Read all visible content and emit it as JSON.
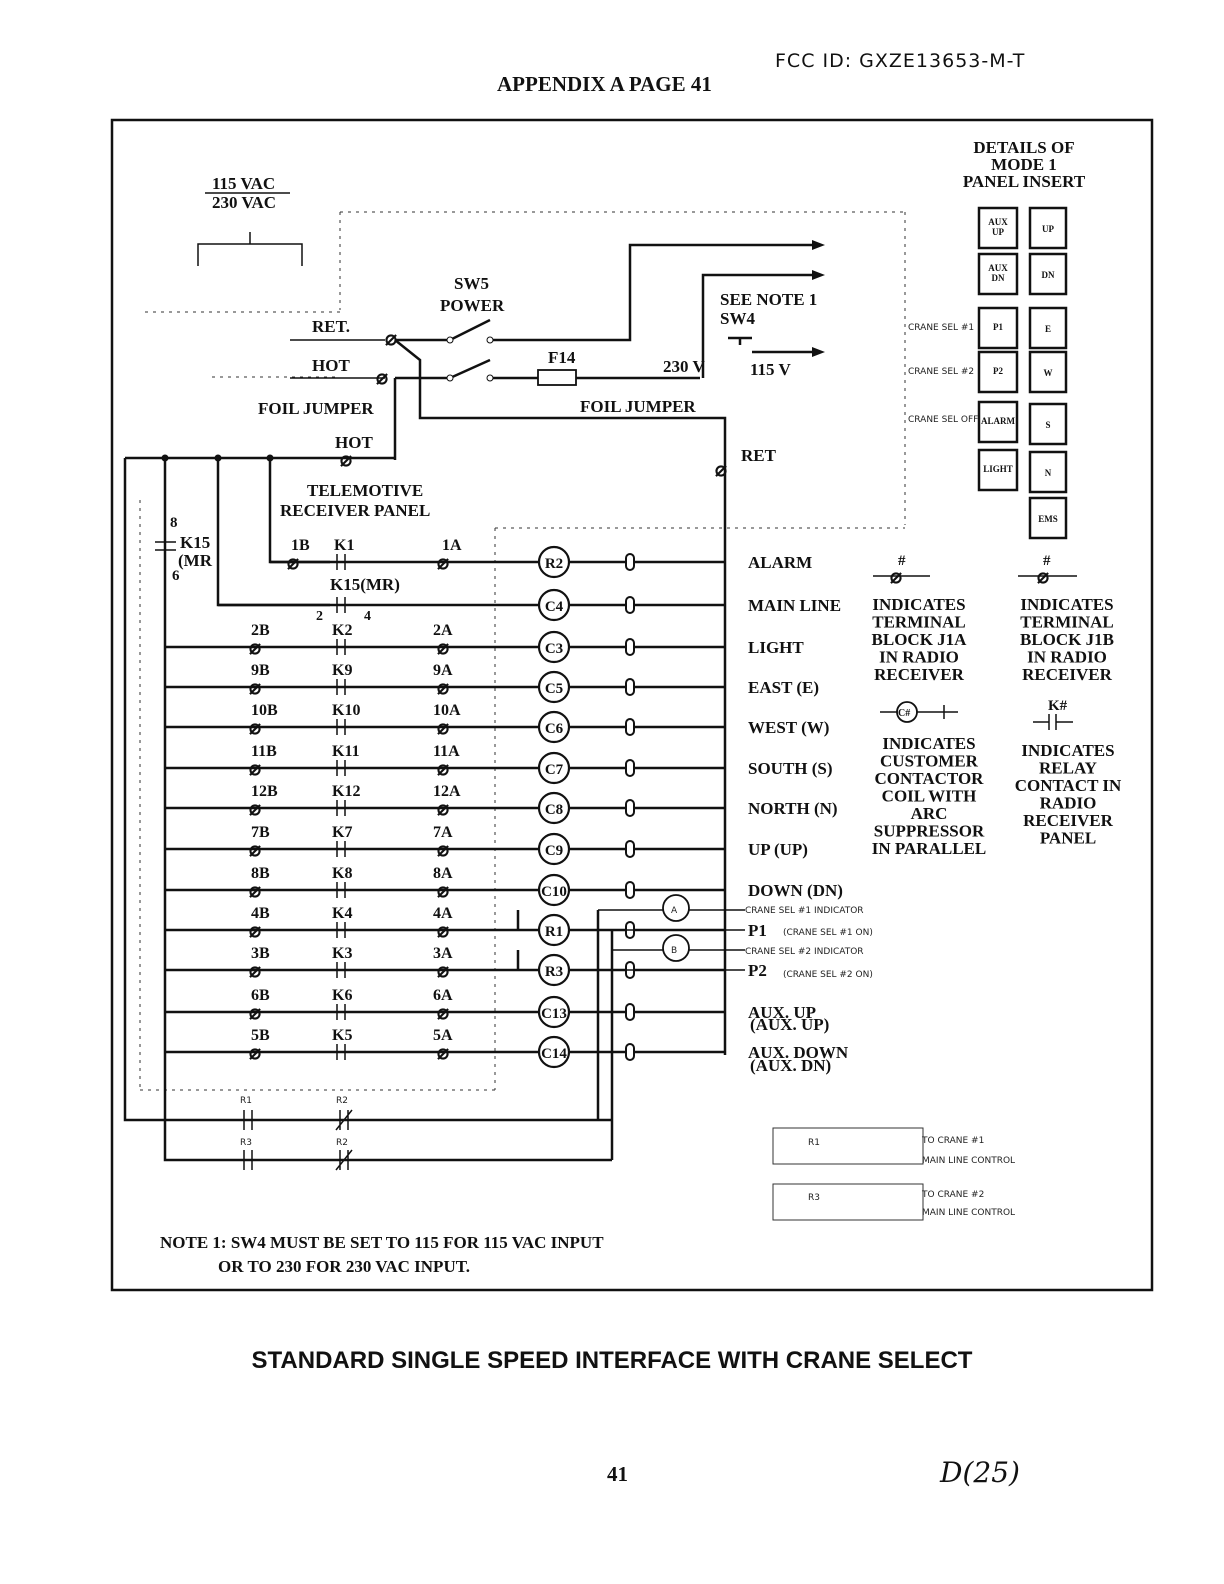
{
  "header": {
    "fcc_id": "FCC ID: GXZE13653-M-T",
    "appendix": "APPENDIX A PAGE 41"
  },
  "caption": "STANDARD SINGLE SPEED INTERFACE WITH CRANE SELECT",
  "page_number": "41",
  "handwriting": "D(25)",
  "diagram": {
    "supply_top": "115 VAC",
    "supply_bottom": "230 VAC",
    "ret_label": "RET.",
    "hot_label": "HOT",
    "switch_name": "SW5",
    "switch_desc": "POWER",
    "note_ref": "SEE NOTE 1",
    "sw4": "SW4",
    "fuse": "F14",
    "v230": "230 V",
    "v115": "115 V",
    "foil_jumper": "FOIL JUMPER",
    "foil_jumper2": "FOIL JUMPER",
    "ret": "RET",
    "hot2": "HOT",
    "panel_line1": "TELEMOTIVE",
    "panel_line2": "RECEIVER PANEL",
    "k15_label": "K15",
    "k15_mr": "(MR",
    "k15_8": "8",
    "k15_6": "6",
    "k15mr_mid": "K15(MR)",
    "k15_2": "2",
    "k15_4": "4",
    "rows": [
      {
        "b": "1B",
        "k": "K1",
        "a": "1A",
        "coil": "R2",
        "func": "ALARM"
      },
      {
        "b": "",
        "k": "",
        "a": "",
        "coil": "C4",
        "func": "MAIN LINE"
      },
      {
        "b": "2B",
        "k": "K2",
        "a": "2A",
        "coil": "C3",
        "func": "LIGHT"
      },
      {
        "b": "9B",
        "k": "K9",
        "a": "9A",
        "coil": "C5",
        "func": "EAST (E)"
      },
      {
        "b": "10B",
        "k": "K10",
        "a": "10A",
        "coil": "C6",
        "func": "WEST (W)"
      },
      {
        "b": "11B",
        "k": "K11",
        "a": "11A",
        "coil": "C7",
        "func": "SOUTH (S)"
      },
      {
        "b": "12B",
        "k": "K12",
        "a": "12A",
        "coil": "C8",
        "func": "NORTH (N)"
      },
      {
        "b": "7B",
        "k": "K7",
        "a": "7A",
        "coil": "C9",
        "func": "UP (UP)"
      },
      {
        "b": "8B",
        "k": "K8",
        "a": "8A",
        "coil": "C10",
        "func": "DOWN (DN)"
      },
      {
        "b": "4B",
        "k": "K4",
        "a": "4A",
        "coil": "R1",
        "func": "P1"
      },
      {
        "b": "3B",
        "k": "K3",
        "a": "3A",
        "coil": "R3",
        "func": "P2"
      },
      {
        "b": "6B",
        "k": "K6",
        "a": "6A",
        "coil": "C13",
        "func": "AUX. UP"
      },
      {
        "b": "5B",
        "k": "K5",
        "a": "5A",
        "coil": "C14",
        "func": "AUX. DOWN"
      }
    ],
    "func_sub_auxup": "(AUX. UP)",
    "func_sub_auxdn": "(AUX. DN)",
    "crane_sel_1_ind": "CRANE SEL #1 INDICATOR",
    "crane_sel_2_ind": "CRANE SEL #2 INDICATOR",
    "p1_sub": "(CRANE SEL #1 ON)",
    "p2_sub": "(CRANE SEL #2 ON)",
    "lamp_a": "A",
    "lamp_b": "B",
    "legend": {
      "hash": "#",
      "j1a": [
        "INDICATES",
        "TERMINAL",
        "BLOCK J1A",
        "IN RADIO",
        "RECEIVER"
      ],
      "j1b": [
        "INDICATES",
        "TERMINAL",
        "BLOCK J1B",
        "IN RADIO",
        "RECEIVER"
      ],
      "coil_symbol": "C#",
      "coil_desc": [
        "INDICATES",
        "CUSTOMER",
        "CONTACTOR",
        "COIL WITH",
        "ARC",
        "SUPPRESSOR",
        "IN PARALLEL"
      ],
      "k_symbol": "K#",
      "k_desc": [
        "INDICATES",
        "RELAY",
        "CONTACT IN",
        "RADIO",
        "RECEIVER",
        "PANEL"
      ]
    },
    "insert": {
      "title": [
        "DETAILS OF",
        "MODE 1",
        "PANEL INSERT"
      ],
      "left_buttons": [
        "AUX UP",
        "AUX DN",
        "P1",
        "P2",
        "ALARM",
        "LIGHT"
      ],
      "right_buttons": [
        "UP",
        "DN",
        "E",
        "W",
        "S",
        "N",
        "EMS"
      ],
      "crane_sel_1": "CRANE SEL #1",
      "crane_sel_2": "CRANE SEL #2",
      "crane_sel_off": "CRANE SEL OFF"
    },
    "bottom_contacts": {
      "r1": "R1",
      "r2": "R2",
      "r3": "R3",
      "r2b": "R2"
    },
    "crane_boxes": {
      "r1": "R1",
      "to1": "TO CRANE #1",
      "ml1": "MAIN LINE CONTROL",
      "r3": "R3",
      "to2": "TO CRANE #2",
      "ml2": "MAIN LINE CONTROL"
    },
    "note_line1": "NOTE 1: SW4 MUST BE SET TO 115 FOR 115 VAC INPUT",
    "note_line2": "OR TO 230 FOR 230 VAC INPUT."
  }
}
